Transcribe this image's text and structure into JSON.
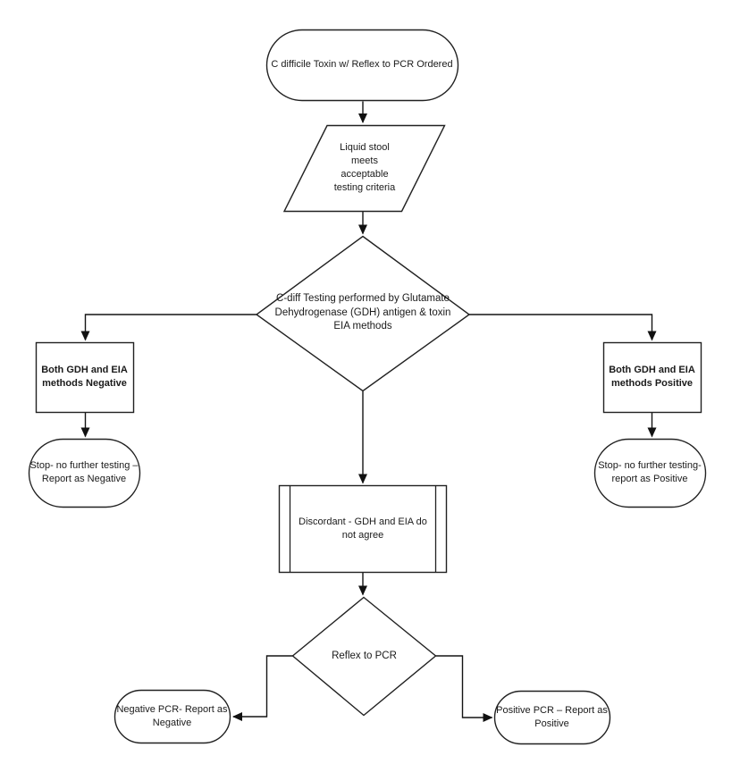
{
  "flowchart": {
    "nodes": {
      "start": {
        "label": "C difficile Toxin w/ Reflex to PCR Ordered"
      },
      "criteria": {
        "lines": [
          "Liquid stool",
          "meets",
          "acceptable",
          "testing criteria"
        ]
      },
      "decision_gdh_eia": {
        "lines": [
          "C-diff Testing performed by Glutamate",
          "Dehydrogenase (GDH) antigen & toxin",
          "EIA methods"
        ]
      },
      "both_negative": {
        "lines": [
          "Both GDH and EIA",
          "methods Negative"
        ]
      },
      "stop_negative": {
        "lines": [
          "Stop- no further testing –",
          "Report as Negative"
        ]
      },
      "both_positive": {
        "lines": [
          "Both GDH and EIA",
          "methods Positive"
        ]
      },
      "stop_positive": {
        "lines": [
          "Stop- no further testing-",
          "report as Positive"
        ]
      },
      "discordant": {
        "lines": [
          "Discordant - GDH and EIA do",
          "not agree"
        ]
      },
      "reflex_pcr": {
        "label": "Reflex to PCR"
      },
      "negative_pcr": {
        "lines": [
          "Negative PCR- Report as",
          "Negative"
        ]
      },
      "positive_pcr": {
        "lines": [
          "Positive PCR – Report as",
          "Positive"
        ]
      }
    },
    "colors": {
      "line": "#212121",
      "text": "#1a1a1a",
      "background": "#ffffff"
    }
  }
}
